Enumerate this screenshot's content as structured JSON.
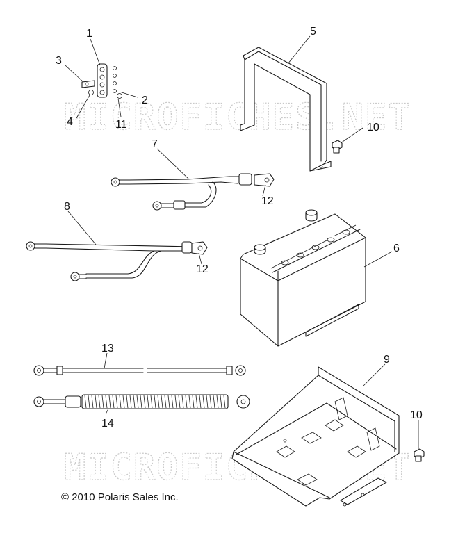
{
  "watermark": {
    "top": "MICROFICHES.NET",
    "bottom": "MICROFICHES.NET"
  },
  "callouts": {
    "c1": "1",
    "c2": "2",
    "c3": "3",
    "c4": "4",
    "c5": "5",
    "c6": "6",
    "c7": "7",
    "c8": "8",
    "c9": "9",
    "c10a": "10",
    "c10b": "10",
    "c11": "11",
    "c12a": "12",
    "c12b": "12",
    "c13": "13",
    "c14": "14"
  },
  "footer": {
    "copyright": "© 2010 Polaris Sales Inc."
  }
}
